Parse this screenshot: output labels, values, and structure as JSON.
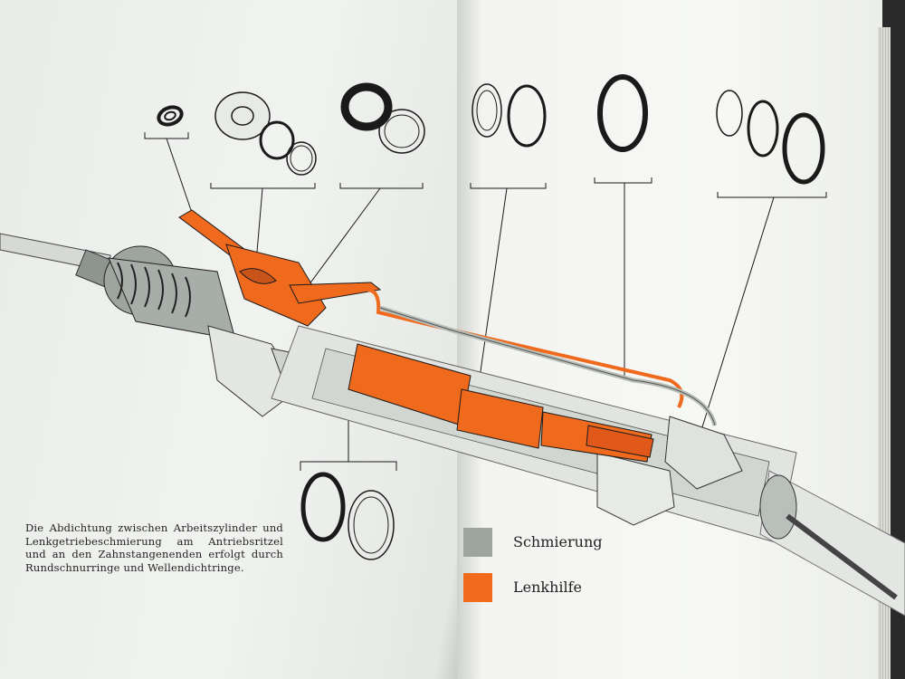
{
  "caption": {
    "text": "Die Abdichtung zwischen Arbeitszylinder und Lenkgetriebeschmierung am Antriebsritzel und an den Zahnstangenenden erfolgt durch Rundschnurringe und Wellendichtringe."
  },
  "legend": {
    "items": [
      {
        "label": "Schmierung",
        "color": "#9ea59f"
      },
      {
        "label": "Lenkhilfe",
        "color": "#f06a1e"
      }
    ]
  },
  "colors": {
    "orange": "#f06a1e",
    "grey": "#9ea59f",
    "ink": "#1a1a1a",
    "page": "#f1f3f0"
  }
}
